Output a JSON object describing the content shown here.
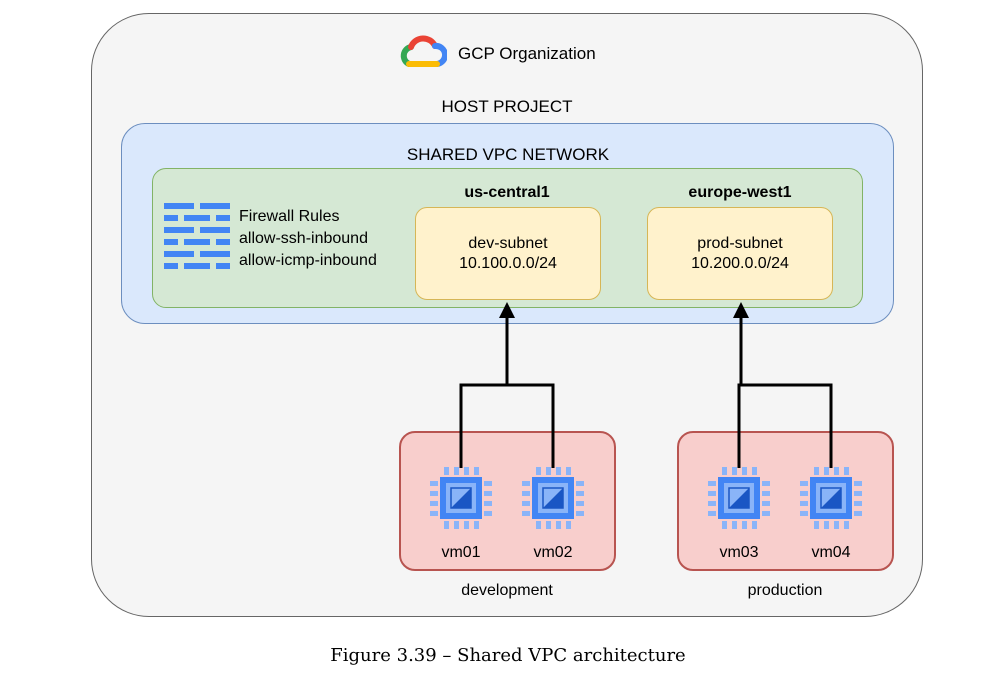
{
  "organization": {
    "title": "GCP Organization",
    "project_title": "HOST PROJECT"
  },
  "network": {
    "title": "SHARED VPC NETWORK",
    "firewall": {
      "title": "Firewall Rules",
      "rules": [
        "allow-ssh-inbound",
        "allow-icmp-inbound"
      ]
    },
    "regions": [
      {
        "name": "us-central1",
        "subnet_name": "dev-subnet",
        "cidr": "10.100.0.0/24"
      },
      {
        "name": "europe-west1",
        "subnet_name": "prod-subnet",
        "cidr": "10.200.0.0/24"
      }
    ]
  },
  "environments": [
    {
      "name": "development",
      "vms": [
        "vm01",
        "vm02"
      ]
    },
    {
      "name": "production",
      "vms": [
        "vm03",
        "vm04"
      ]
    }
  ],
  "caption": "Figure 3.39 – Shared VPC architecture",
  "colors": {
    "org_fill": "#f5f5f5",
    "vpc_fill": "#dae8fc",
    "region_fill": "#d5e8d4",
    "subnet_fill": "#fff2cc",
    "env_fill": "#f8cecc",
    "icon_blue": "#4285f4"
  }
}
